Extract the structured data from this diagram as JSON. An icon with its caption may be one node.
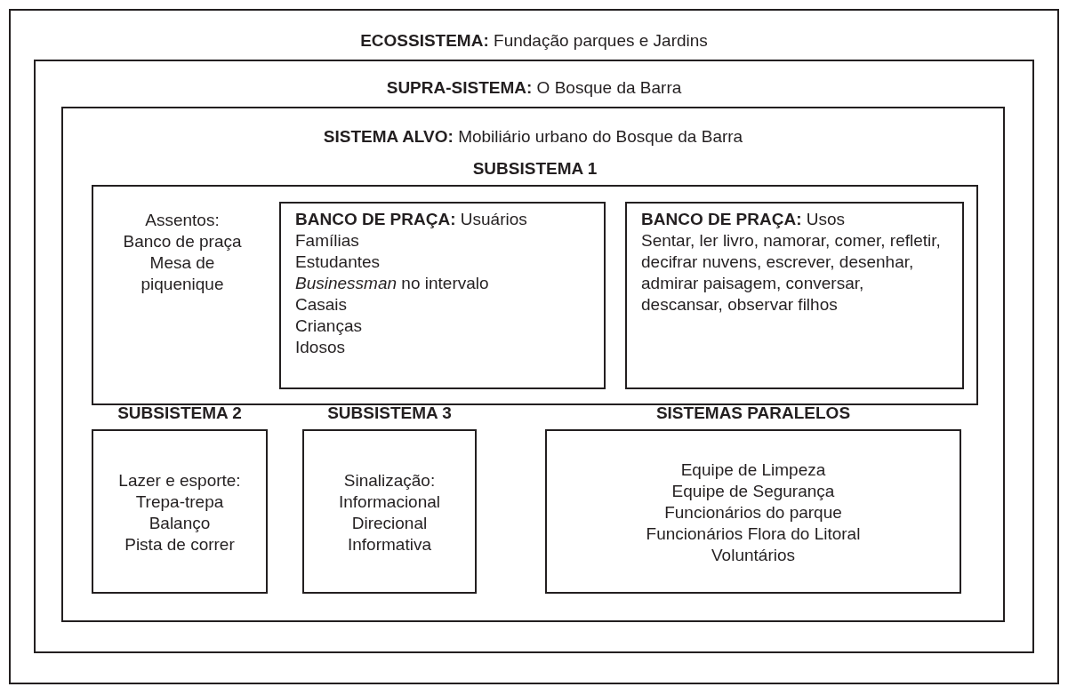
{
  "diagram": {
    "nodes": [
      {
        "text": [
          "**ECOSSISTEMA:** Fundação parques e Jardins"
        ]
      },
      {
        "text": [
          "**SUPRA-SISTEMA:** O Bosque da Barra"
        ],
        "in": 0
      },
      {
        "text": [
          "**SISTEMA ALVO:** Mobiliário urbano do Bosque da Barra"
        ],
        "in": 1
      },
      {
        "text": [
          "SUBSISTEMA 1",
          "Assentos: Banco de praça Mesa de piquenique"
        ],
        "in": 2
      },
      {
        "text": [
          "**BANCO DE PRAÇA:** Usuários",
          "Famílias",
          "Estudantes",
          "*Businessman* no intervalo",
          "Casais",
          "Crianças",
          "Idosos"
        ],
        "in": 3
      },
      {
        "text": [
          "**BANCO DE PRAÇA:** Usos",
          "Sentar, ler livro, namorar, comer, refletir, decifrar nuvens, escrever, desenhar, admirar paisagem, conversar, descansar, observar filhos"
        ],
        "in": 3
      },
      {
        "text": [
          "SUBSISTEMA 2",
          "Lazer e esporte:",
          "Trepa-trepa",
          "Balanço",
          "Pista de correr"
        ],
        "in": 2
      },
      {
        "text": [
          "SUBSISTEMA 3",
          "Sinalização:",
          "Informacional",
          "Direcional",
          "Informativa"
        ],
        "in": 2
      },
      {
        "text": [
          "SISTEMAS PARALELOS",
          "Equipe de Limpeza",
          "Equipe de Segurança",
          "Funcionários do parque",
          "Funcionários Flora do Litoral",
          "Voluntários"
        ],
        "in": 2
      }
    ]
  }
}
